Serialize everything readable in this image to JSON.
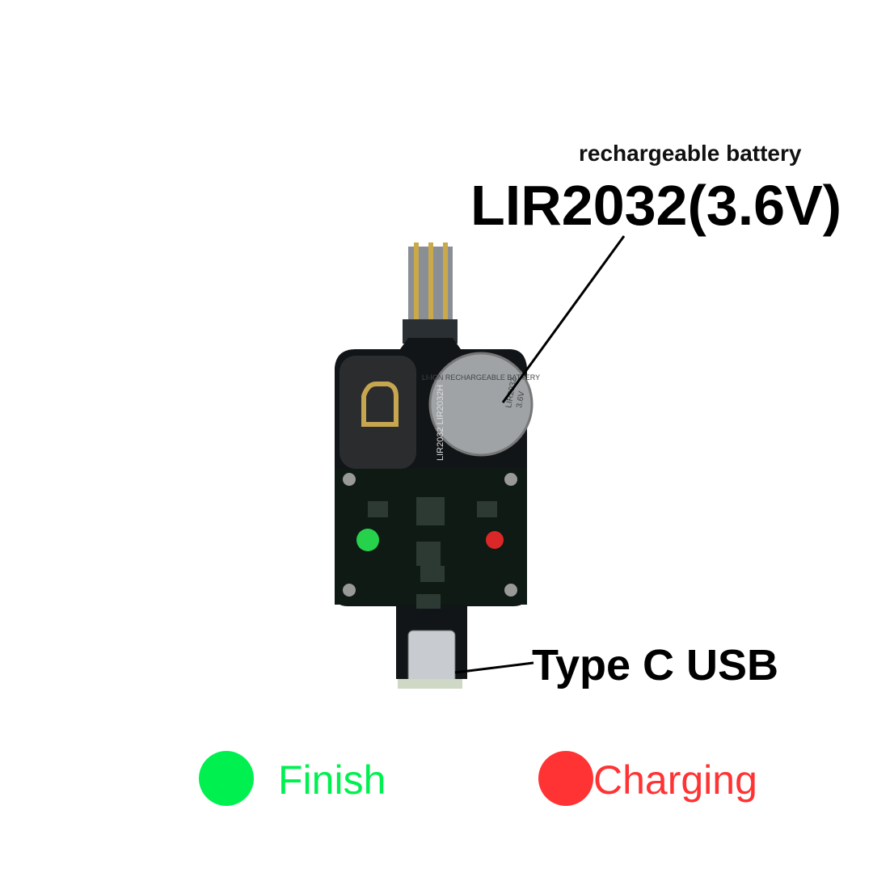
{
  "annotations": {
    "battery_type": "rechargeable battery",
    "battery_model": "LIR2032(3.6V)",
    "usb_port": "Type C USB"
  },
  "board": {
    "silkscreen": "LIR2032  LIR2032H",
    "coin_cell_text": "LI-ION RECHARGEABLE BATTERY",
    "coin_cell_model": "LIR2032",
    "coin_cell_voltage": "3.6V"
  },
  "legend": [
    {
      "label": "Finish",
      "color": "#00f050"
    },
    {
      "label": "Charging",
      "color": "#ff3333"
    }
  ]
}
